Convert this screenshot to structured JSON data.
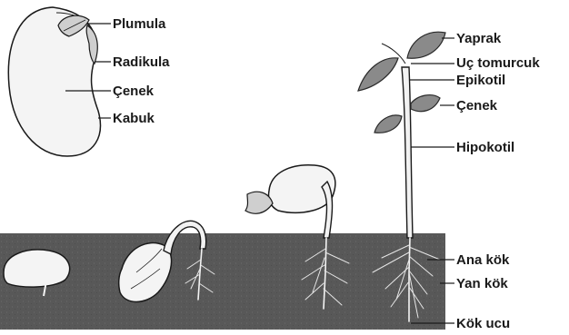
{
  "labels": {
    "plumula": "Plumula",
    "radikula": "Radikula",
    "cenek_seed": "Çenek",
    "kabuk": "Kabuk",
    "yaprak": "Yaprak",
    "uc_tomurcuk": "Uç tomurcuk",
    "epikotil": "Epikotil",
    "cenek_plant": "Çenek",
    "hipokotil": "Hipokotil",
    "ana_kok": "Ana kök",
    "yan_kok": "Yan kök",
    "kok_ucu": "Kök ucu"
  },
  "colors": {
    "soil": "#555555",
    "ink": "#1a1a1a",
    "leaf": "#8a8a8a"
  }
}
